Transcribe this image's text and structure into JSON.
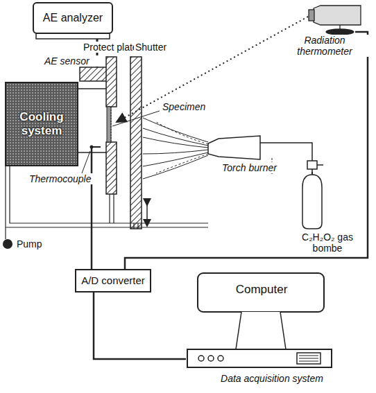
{
  "diagram": {
    "nodes": [
      {
        "text": [
          "AE analyzer"
        ]
      },
      {
        "text": [
          "Cooling system"
        ]
      },
      {
        "text": [
          "A/D converter"
        ]
      },
      {
        "text": [
          "Computer"
        ]
      }
    ],
    "edges": [
      {
        "from": 2,
        "to": 3,
        "arrow": "none"
      }
    ],
    "labels": [
      "AE sensor",
      "Protect plate",
      "Shutter",
      "Radiation thermometer",
      "Specimen",
      "Torch burner",
      "C₂H₂O₂ gas bombe",
      "Thermocouple",
      "Pump",
      "Data acquisition system"
    ]
  }
}
